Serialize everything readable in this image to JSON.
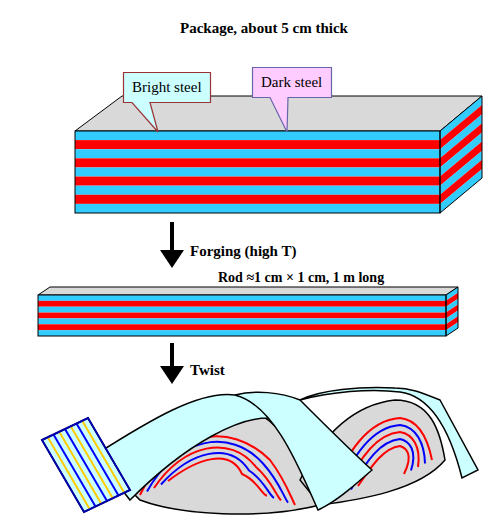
{
  "diagram": {
    "title": "Package, about 5 cm thick",
    "nodes": [
      {
        "text": [
          "Bright steel"
        ]
      },
      {
        "text": [
          "Dark steel"
        ]
      }
    ],
    "labels": [
      "Forging (high T)",
      "Rod ≈1 cm × 1 cm, 1 m long",
      "Twist"
    ]
  }
}
